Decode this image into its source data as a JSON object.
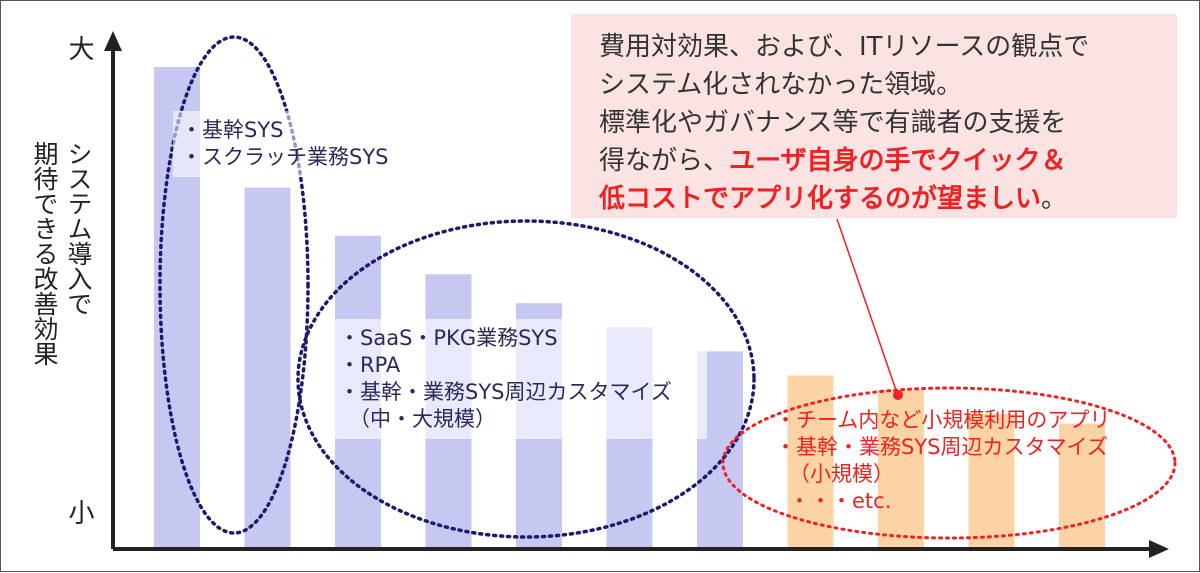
{
  "chart_data": {
    "type": "bar",
    "ylabel": [
      "システム導入で",
      "期待できる改善効果"
    ],
    "y_axis_top": "大",
    "y_axis_bottom": "小",
    "values": [
      100,
      75,
      65,
      57,
      51,
      46,
      41,
      36,
      33,
      28,
      26
    ],
    "bar_colors": [
      "#c6c8f2",
      "#c6c8f2",
      "#c6c8f2",
      "#c6c8f2",
      "#c6c8f2",
      "#c6c8f2",
      "#c6c8f2",
      "#fcd3a4",
      "#fcd3a4",
      "#fcd3a4",
      "#fcd3a4"
    ],
    "groups": [
      {
        "items": [
          "・基幹SYS",
          "・スクラッチ業務SYS"
        ],
        "color": "#1a1a6e"
      },
      {
        "items": [
          "・SaaS・PKG業務SYS",
          "・RPA",
          "・基幹・業務SYS周辺カスタマイズ",
          "（中・大規模）"
        ],
        "color": "#1a1a6e"
      },
      {
        "items": [
          "・チーム内など小規模利用のアプリ",
          "・基幹・業務SYS周辺カスタマイズ",
          "（小規模）",
          "・・・etc."
        ],
        "color": "#ee2222"
      }
    ]
  },
  "callout": {
    "line1": "費用対効果、および、ITリソースの観点で",
    "line2": "システム化されなかった領域。",
    "line3": "標準化やガバナンス等で有識者の支援を",
    "line4_plain": "得ながら、",
    "line4_highlight": "ユーザ自身の手でクイック＆",
    "line5_highlight": "低コストでアプリ化するのが望ましい",
    "line5_plain": "。",
    "highlight_color": "#ee2222",
    "background": "#fce3e3"
  }
}
